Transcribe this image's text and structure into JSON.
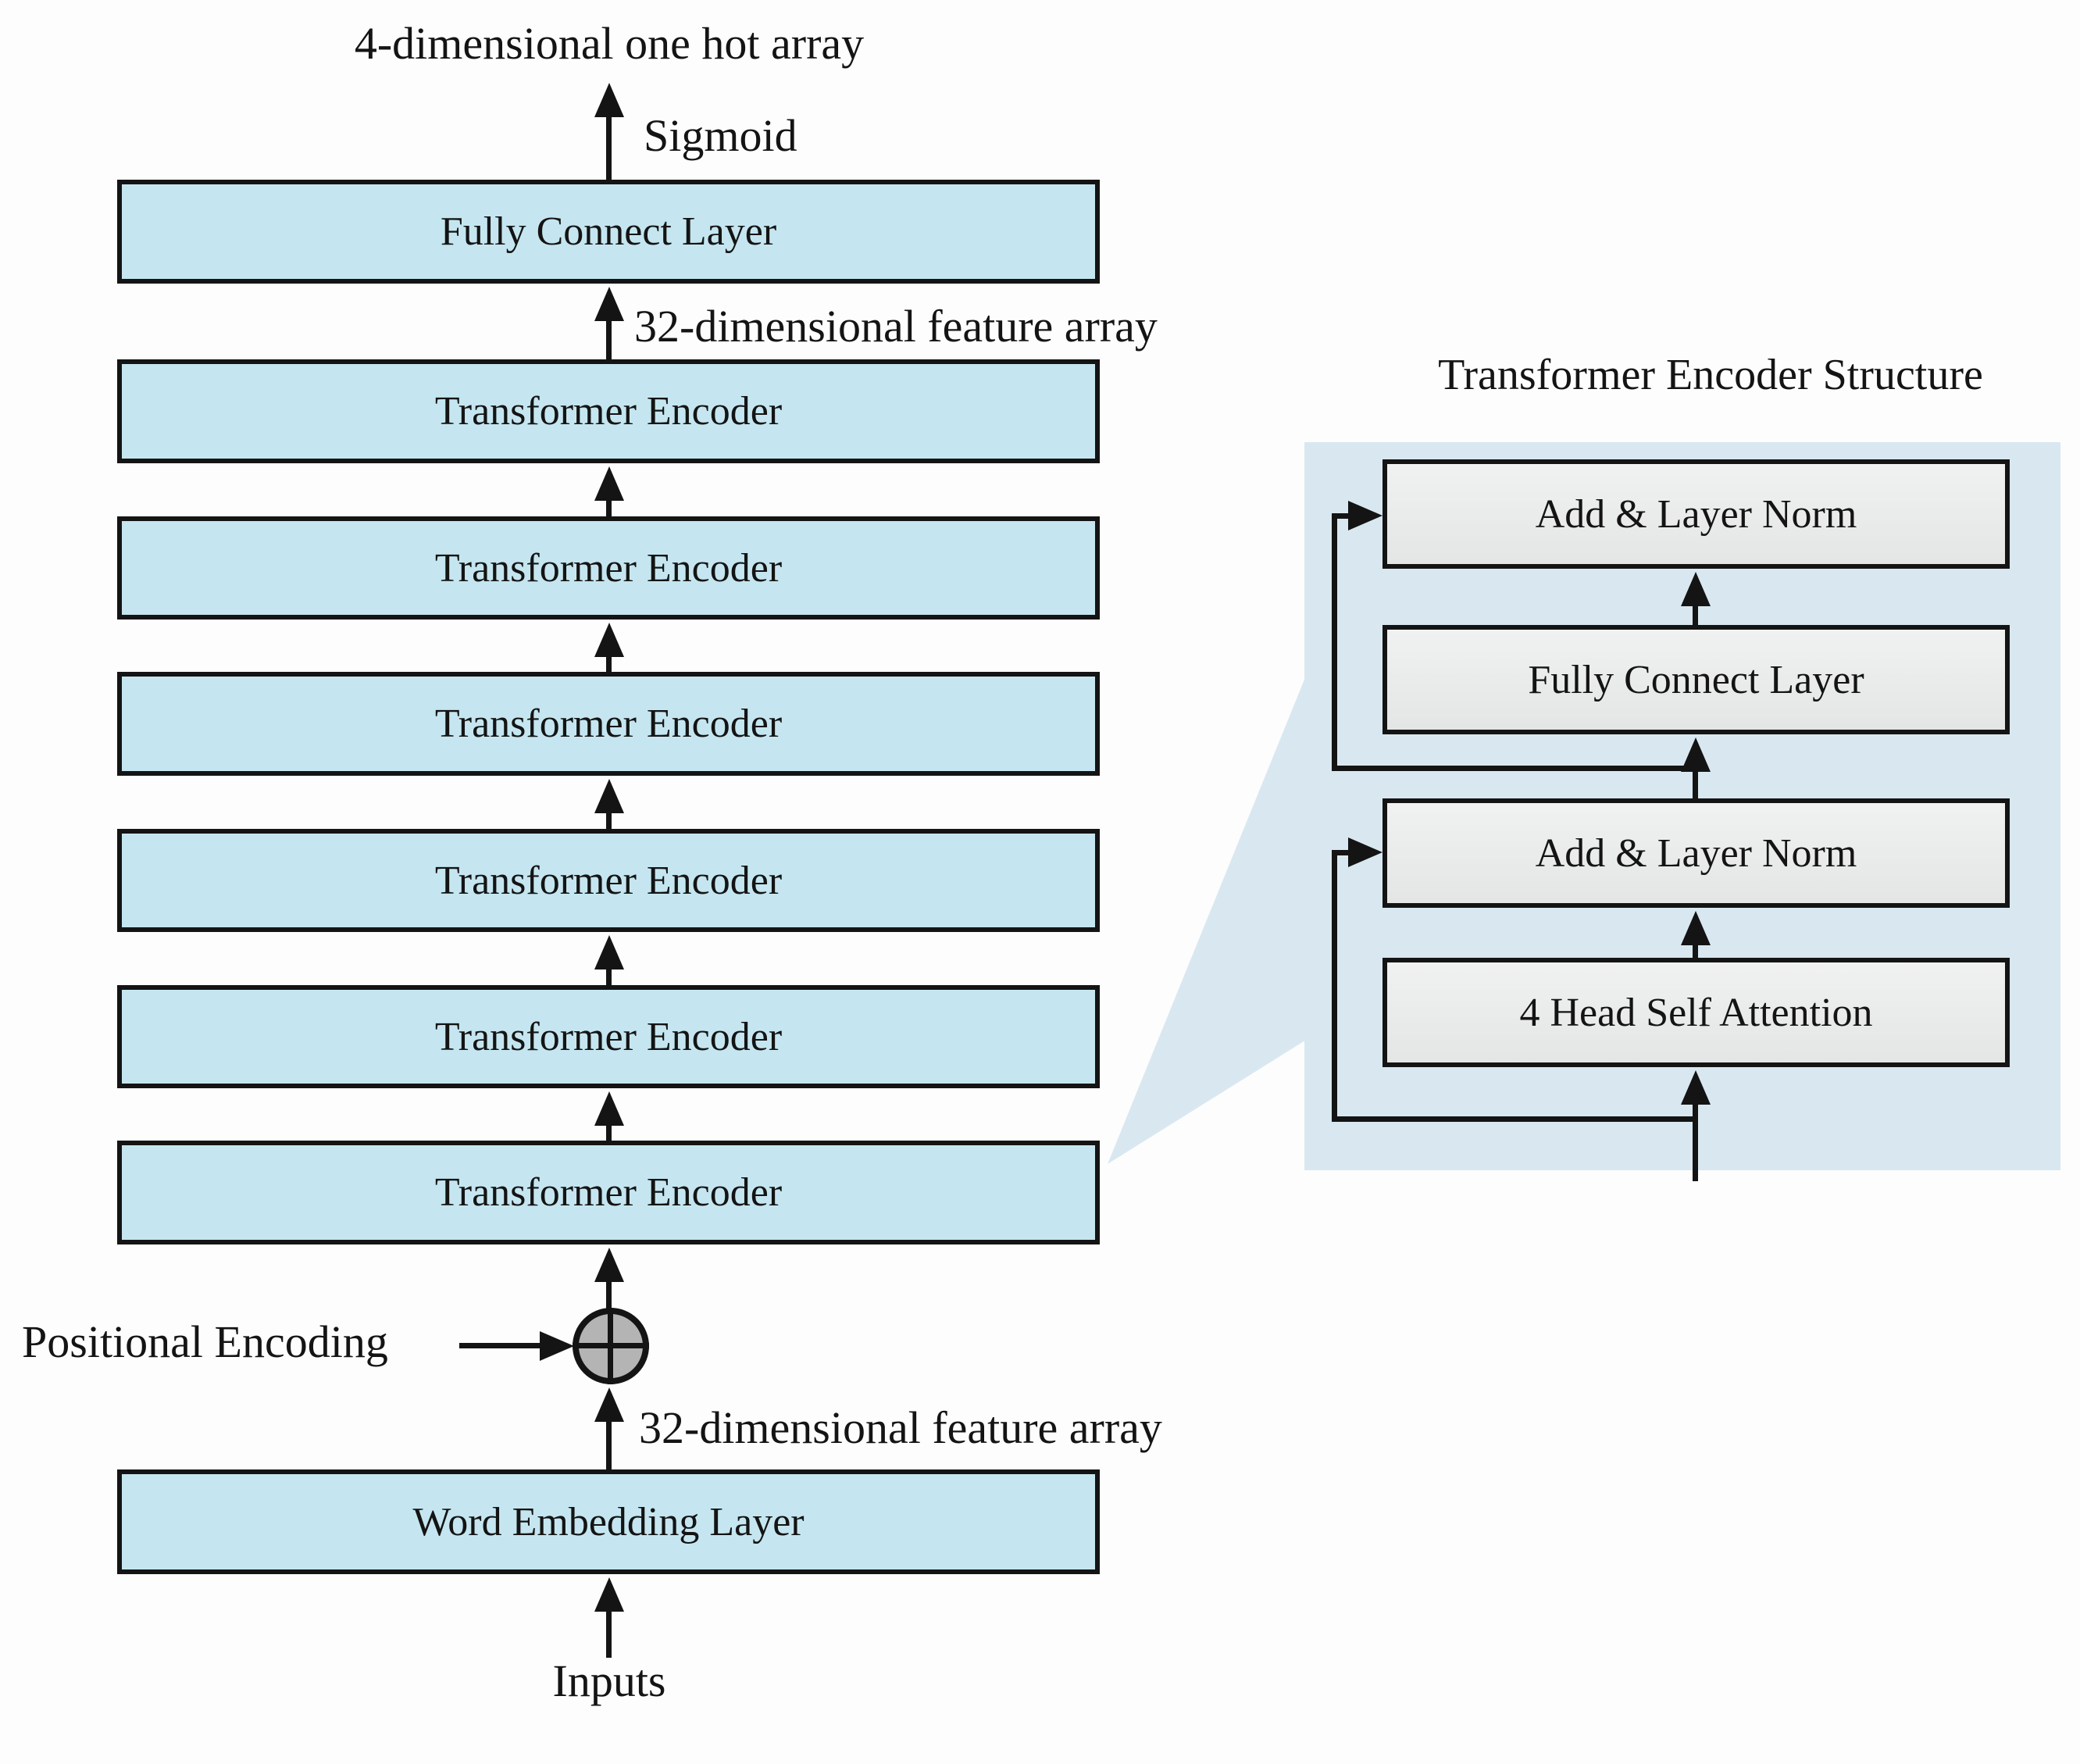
{
  "colors": {
    "block_blue": "#c5e6f0",
    "panel_blue": "#d9e8f0",
    "block_gray": "#e7e8e8",
    "circle_gray": "#b3b4b3",
    "line_black": "#141414"
  },
  "left_diagram": {
    "output_label": "4-dimensional one hot array",
    "sigmoid_label": "Sigmoid",
    "fully_connect_label": "Fully Connect Layer",
    "feature_array_top_label": "32-dimensional feature array",
    "encoders": [
      "Transformer Encoder",
      "Transformer Encoder",
      "Transformer Encoder",
      "Transformer Encoder",
      "Transformer Encoder",
      "Transformer Encoder"
    ],
    "positional_encoding_label": "Positional Encoding",
    "feature_array_bottom_label": "32-dimensional feature array",
    "word_embedding_label": "Word Embedding Layer",
    "inputs_label": "Inputs"
  },
  "encoder_structure": {
    "title": "Transformer Encoder Structure",
    "add_norm_top_label": "Add & Layer Norm",
    "fully_connect_label": "Fully Connect Layer",
    "add_norm_bottom_label": "Add & Layer Norm",
    "self_attention_label": "4 Head Self Attention"
  }
}
